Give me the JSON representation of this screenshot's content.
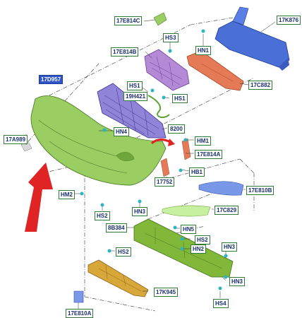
{
  "diagram": {
    "part_labels": {
      "l_17e814c": "17E814C",
      "l_hs3": "HS3",
      "l_17k876": "17K876",
      "l_17e814b": "17E814B",
      "l_hn1": "HN1",
      "l_17d957": "17D957",
      "l_hs1a": "HS1",
      "l_17c882": "17C882",
      "l_19h421": "19H421",
      "l_hs1b": "HS1",
      "l_hn4": "HN4",
      "l_8200": "8200",
      "l_17a989": "17A989",
      "l_hm1": "HM1",
      "l_17e814a": "17E814A",
      "l_hb1": "HB1",
      "l_17752": "17752",
      "l_17e810b": "17E810B",
      "l_hm2": "HM2",
      "l_17c829": "17C829",
      "l_hs2a": "HS2",
      "l_hn3a": "HN3",
      "l_8b384": "8B384",
      "l_hn5": "HN5",
      "l_hs2b": "HS2",
      "l_hn2": "HN2",
      "l_hn3b": "HN3",
      "l_hs2c": "HS2",
      "l_17k945": "17K945",
      "l_hn3c": "HN3",
      "l_17e810a": "17E810A",
      "l_hs4": "HS4"
    },
    "selected_part": "17D957",
    "colors": {
      "bumper_cover": "#9acd62",
      "grille": "#8f84d8",
      "upper_grille": "#b48ad6",
      "reinforcement": "#4a70d8",
      "absorber": "#e57a56",
      "lower_deflector": "#82b83a",
      "skid_plate": "#d8a73a",
      "callout_arrow": "#e02424",
      "label_border": "#2f7a35",
      "label_selected": "#2f55c8"
    }
  }
}
